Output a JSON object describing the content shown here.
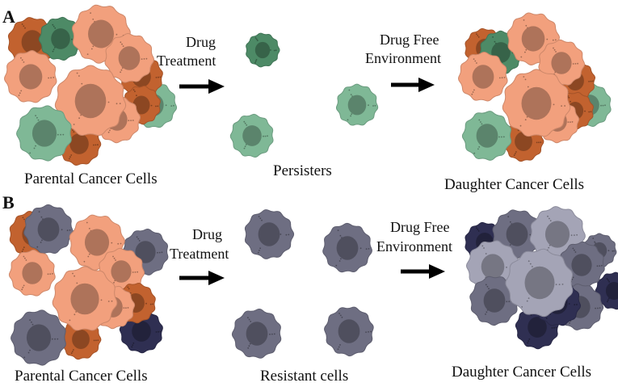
{
  "panel_a": {
    "letter": "A",
    "parental_label": "Parental Cancer Cells",
    "treatment_label_line1": "Drug",
    "treatment_label_line2": "Treatment",
    "survivor_label": "Persisters",
    "recovery_label_line1": "Drug Free",
    "recovery_label_line2": "Environment",
    "daughter_label": "Daughter Cancer Cells"
  },
  "panel_b": {
    "letter": "B",
    "parental_label": "Parental Cancer Cells",
    "treatment_label_line1": "Drug",
    "treatment_label_line2": "Treatment",
    "survivor_label": "Resistant cells",
    "recovery_label_line1": "Drug Free",
    "recovery_label_line2": "Environment",
    "daughter_label": "Daughter Cancer Cells"
  },
  "colors": {
    "salmon": "#f2a07d",
    "rust": "#c2622f",
    "green": "#7fb896",
    "dark_green": "#4d8a66",
    "slate": "#6e6e82",
    "light_slate": "#a4a4b6",
    "navy": "#2f2f52",
    "arrow": "#000000"
  }
}
